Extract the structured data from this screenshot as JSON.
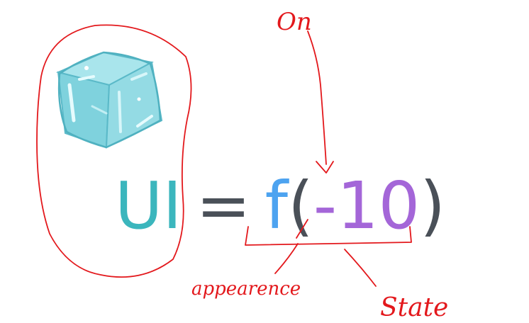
{
  "formula": {
    "ui": "UI",
    "equals": "=",
    "func": "f",
    "open_paren": "(",
    "arg": "-10",
    "close_paren": ")"
  },
  "annotations": {
    "top": "On",
    "left": "appearence",
    "right": "State"
  },
  "colors": {
    "ui": "#3bb6bd",
    "operator": "#4a5058",
    "func": "#4da3f0",
    "arg": "#a466d8",
    "ink": "#e3181c",
    "ice_light": "#bfeef2",
    "ice_mid": "#8ad8e1",
    "ice_dark": "#5ab9c8"
  },
  "icons": {
    "cube": "ice-cube-icon"
  }
}
